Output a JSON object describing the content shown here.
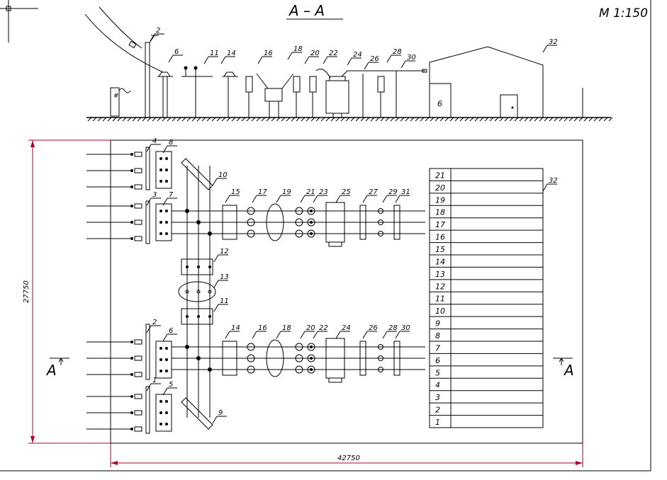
{
  "section_title": "A – A",
  "scale": "M 1:150",
  "section_marker_left": "A",
  "section_marker_right": "A",
  "dimensions": {
    "height": "27750",
    "width": "42750"
  },
  "elevation_labels": [
    "2",
    "6",
    "11",
    "14",
    "16",
    "18",
    "20",
    "22",
    "24",
    "26",
    "28",
    "30",
    "32"
  ],
  "building_label": "6",
  "plan_labels": {
    "left_top": [
      "4",
      "8",
      "3",
      "7"
    ],
    "left_bottom": [
      "2",
      "6",
      "1",
      "5"
    ],
    "sw_top": "10",
    "sw_bottom": "9",
    "mid": [
      "12",
      "13",
      "11"
    ],
    "upper_chain": [
      "15",
      "17",
      "19",
      "21",
      "23",
      "25",
      "27",
      "29",
      "31"
    ],
    "lower_chain": [
      "14",
      "16",
      "18",
      "20",
      "22",
      "24",
      "26",
      "28",
      "30"
    ],
    "building": "32"
  },
  "table_rows": [
    "21",
    "20",
    "19",
    "18",
    "17",
    "16",
    "15",
    "14",
    "13",
    "12",
    "11",
    "10",
    "9",
    "8",
    "7",
    "6",
    "5",
    "4",
    "3",
    "2",
    "1"
  ],
  "colors": {
    "line": "#000000",
    "dimension": "#b0002a"
  }
}
